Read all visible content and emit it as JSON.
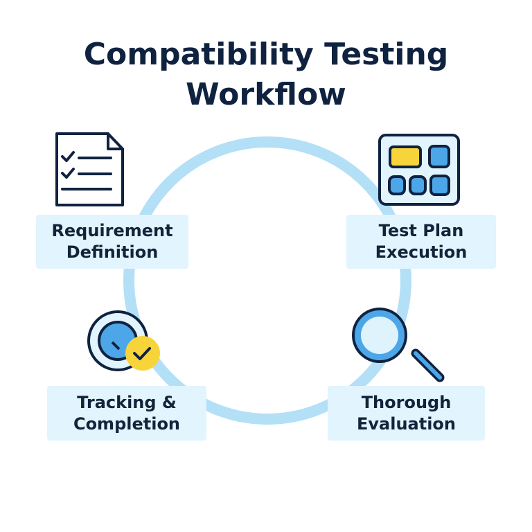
{
  "title": {
    "line1": "Compatibility Testing",
    "line2": "Workflow"
  },
  "colors": {
    "ring": "#b3e0f7",
    "box": "#e2f4fd",
    "dark": "#0f2240",
    "blue": "#4da6e8",
    "yellow": "#f7d43a"
  },
  "steps": [
    {
      "line1": "Requirement",
      "line2": "Definition",
      "icon": "checklist-document-icon"
    },
    {
      "line1": "Test Plan",
      "line2": "Execution",
      "icon": "dashboard-grid-icon"
    },
    {
      "line1": "Thorough",
      "line2": "Evaluation",
      "icon": "magnifying-glass-icon"
    },
    {
      "line1": "Tracking &",
      "line2": "Completion",
      "icon": "check-badge-icon"
    }
  ]
}
